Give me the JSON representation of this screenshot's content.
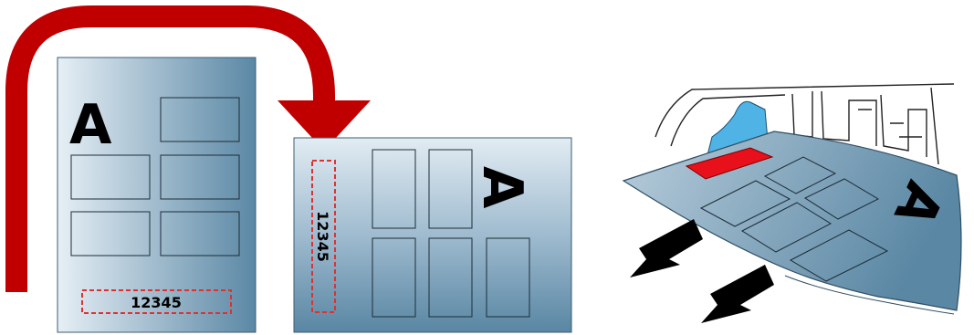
{
  "sheet_letter": "A",
  "label_number": "12345",
  "colors": {
    "arrow_red": "#c00000",
    "sheet_dark": "#5a87a4",
    "sheet_light": "#dce8ef",
    "highlight_red": "#e8101a",
    "dashed_outline": "#e03030",
    "black_arrow": "#000000",
    "scanner_blue": "#4fb3e6"
  },
  "icons": [
    "curved-rotation-arrow",
    "insertion-arrow-icon",
    "scanner-illustration"
  ]
}
